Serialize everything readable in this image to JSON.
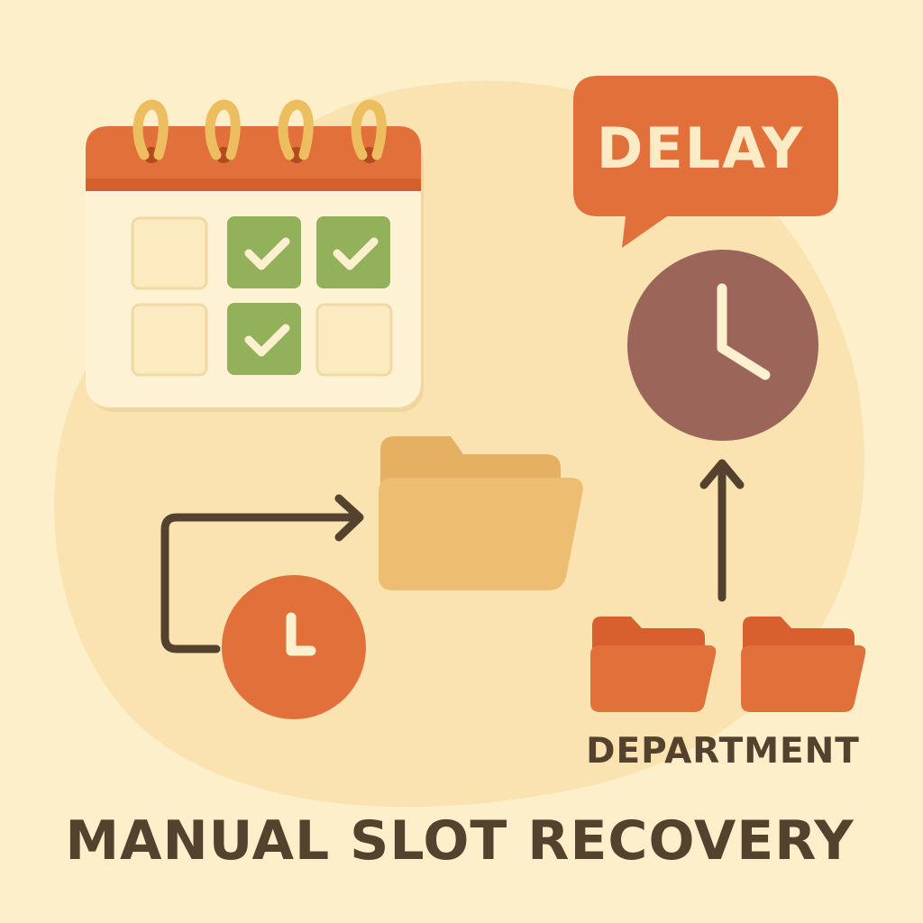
{
  "bubble": {
    "text": "DELAY"
  },
  "department": {
    "label": "DEPARTMENT"
  },
  "title": {
    "text": "MANUAL SLOT RECOVERY"
  },
  "calendar": {
    "cells": [
      {
        "checked": false
      },
      {
        "checked": true
      },
      {
        "checked": true
      },
      {
        "checked": false
      },
      {
        "checked": true
      },
      {
        "checked": false
      }
    ]
  },
  "colors": {
    "background": "#FCEFC9",
    "blob": "#FAE3B0",
    "orange": "#E2703A",
    "folder": "#EDBE72",
    "green": "#93B05A",
    "clock_brown": "#9B655A",
    "dark": "#54412E",
    "cream": "#FDF0CF"
  }
}
